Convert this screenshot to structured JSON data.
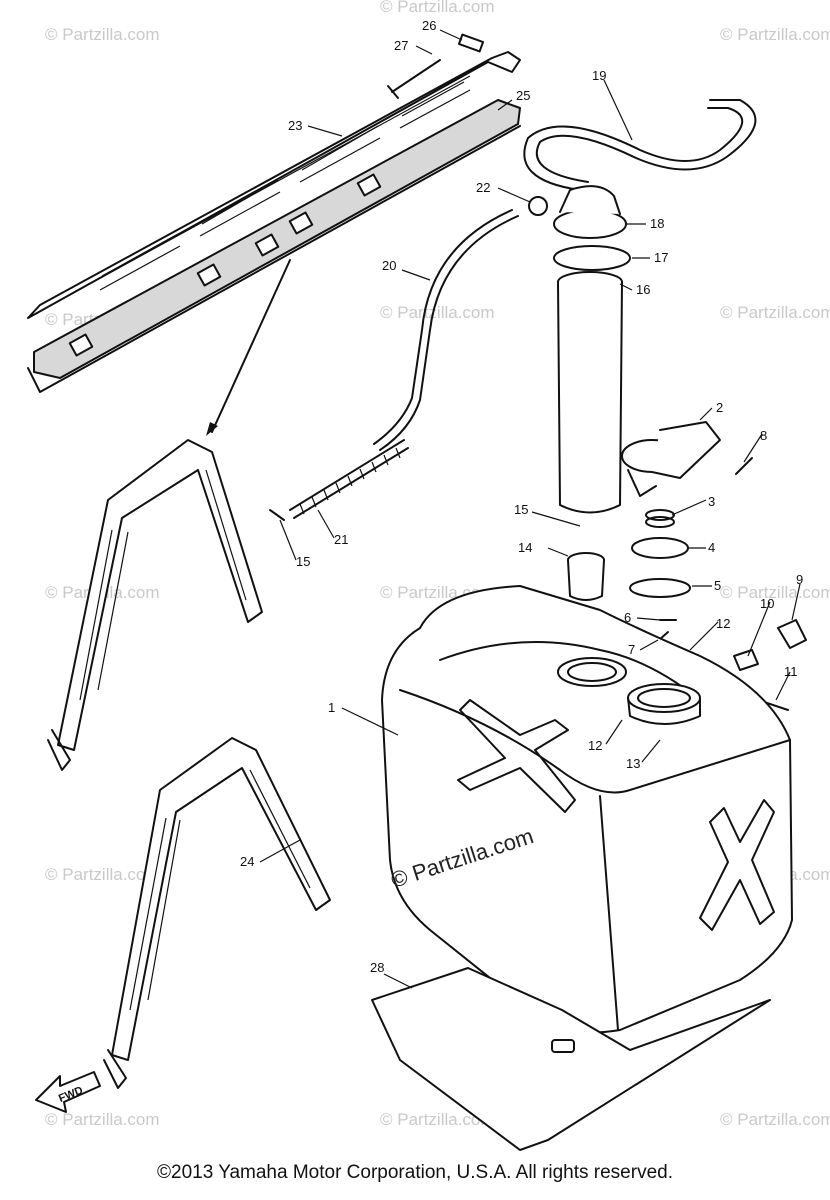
{
  "callouts": [
    "1",
    "2",
    "3",
    "4",
    "5",
    "6",
    "7",
    "8",
    "9",
    "10",
    "11",
    "12",
    "12",
    "13",
    "14",
    "15",
    "15",
    "16",
    "17",
    "18",
    "19",
    "20",
    "21",
    "22",
    "23",
    "24",
    "25",
    "26",
    "27",
    "28"
  ],
  "watermark": "© Partzilla.com",
  "watermark_center": "© Partzilla.com",
  "fwd_label": "FWD",
  "copyright": "©2013 Yamaha Motor Corporation, U.S.A. All rights reserved."
}
